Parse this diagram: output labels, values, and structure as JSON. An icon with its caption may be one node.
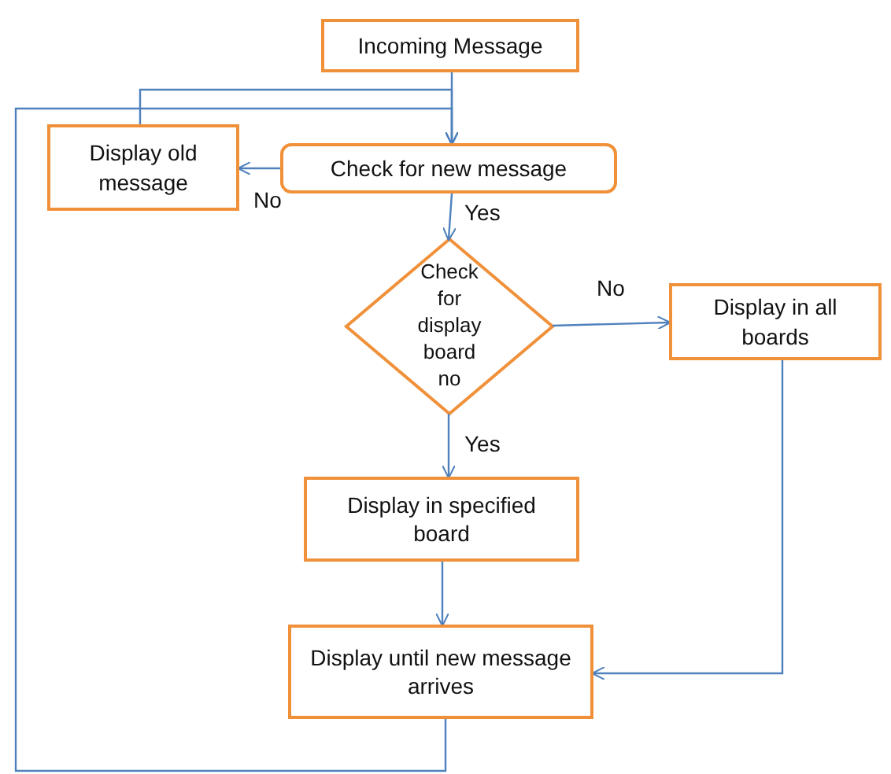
{
  "diagram": {
    "nodes": [
      {
        "text": [
          "Incoming Message"
        ]
      },
      {
        "text": [
          "Display old message"
        ]
      },
      {
        "text": [
          "Check for new message"
        ]
      },
      {
        "text": [
          "Check for display board no"
        ]
      },
      {
        "text": [
          "Display in all boards"
        ]
      },
      {
        "text": [
          "Display in specified board"
        ]
      },
      {
        "text": [
          "Display until new message arrives"
        ]
      }
    ],
    "edges": [
      {
        "from": 0,
        "to": 2,
        "arrow": "to"
      },
      {
        "from": 2,
        "to": 1,
        "arrow": "to",
        "label": "No"
      },
      {
        "from": 1,
        "to": 2,
        "arrow": "to"
      },
      {
        "from": 6,
        "to": 2,
        "arrow": "to"
      },
      {
        "from": 2,
        "to": 3,
        "arrow": "to",
        "label": "Yes"
      },
      {
        "from": 3,
        "to": 4,
        "arrow": "to",
        "label": "No"
      },
      {
        "from": 3,
        "to": 5,
        "arrow": "to",
        "label": "Yes"
      },
      {
        "from": 5,
        "to": 6,
        "arrow": "to"
      },
      {
        "from": 4,
        "to": 6,
        "arrow": "to"
      }
    ]
  }
}
